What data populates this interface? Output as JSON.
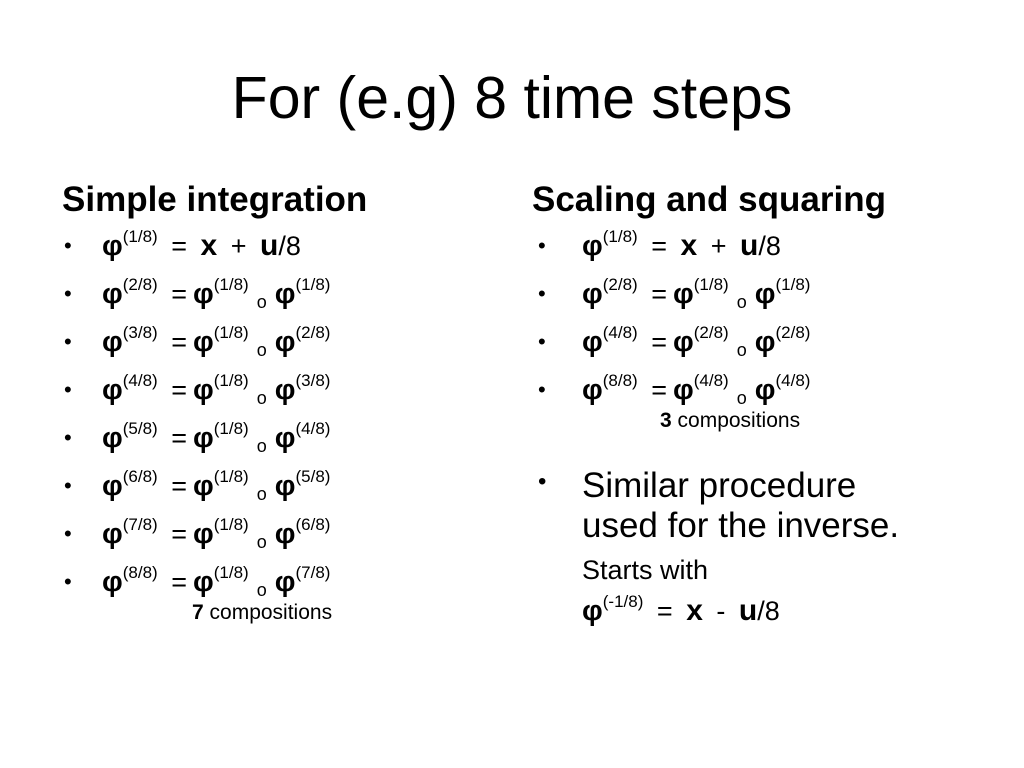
{
  "title": "For (e.g) 8 time steps",
  "symbols": {
    "bullet": "•",
    "phi": "φ",
    "eq": "=",
    "plus": "+",
    "minus": "-",
    "compose": "o",
    "x": "x",
    "u": "u",
    "div8": "/8"
  },
  "left": {
    "heading": "Simple integration",
    "first_sup": "(1/8)",
    "rows": [
      {
        "lhs": "(2/8)",
        "a": "(1/8)",
        "b": "(1/8)"
      },
      {
        "lhs": "(3/8)",
        "a": "(1/8)",
        "b": "(2/8)"
      },
      {
        "lhs": "(4/8)",
        "a": "(1/8)",
        "b": "(3/8)"
      },
      {
        "lhs": "(5/8)",
        "a": "(1/8)",
        "b": "(4/8)"
      },
      {
        "lhs": "(6/8)",
        "a": "(1/8)",
        "b": "(5/8)"
      },
      {
        "lhs": "(7/8)",
        "a": "(1/8)",
        "b": "(6/8)"
      },
      {
        "lhs": "(8/8)",
        "a": "(1/8)",
        "b": "(7/8)"
      }
    ],
    "count": "7",
    "count_label": " compositions"
  },
  "right": {
    "heading": "Scaling and squaring",
    "first_sup": "(1/8)",
    "rows": [
      {
        "lhs": "(2/8)",
        "a": "(1/8)",
        "b": "(1/8)"
      },
      {
        "lhs": "(4/8)",
        "a": "(2/8)",
        "b": "(2/8)"
      },
      {
        "lhs": "(8/8)",
        "a": "(4/8)",
        "b": "(4/8)"
      }
    ],
    "count": "3",
    "count_label": " compositions",
    "inverse_line1": "Similar procedure",
    "inverse_line2": "used for the inverse.",
    "starts_with": "Starts with",
    "inverse_sup": "(-1/8)"
  }
}
